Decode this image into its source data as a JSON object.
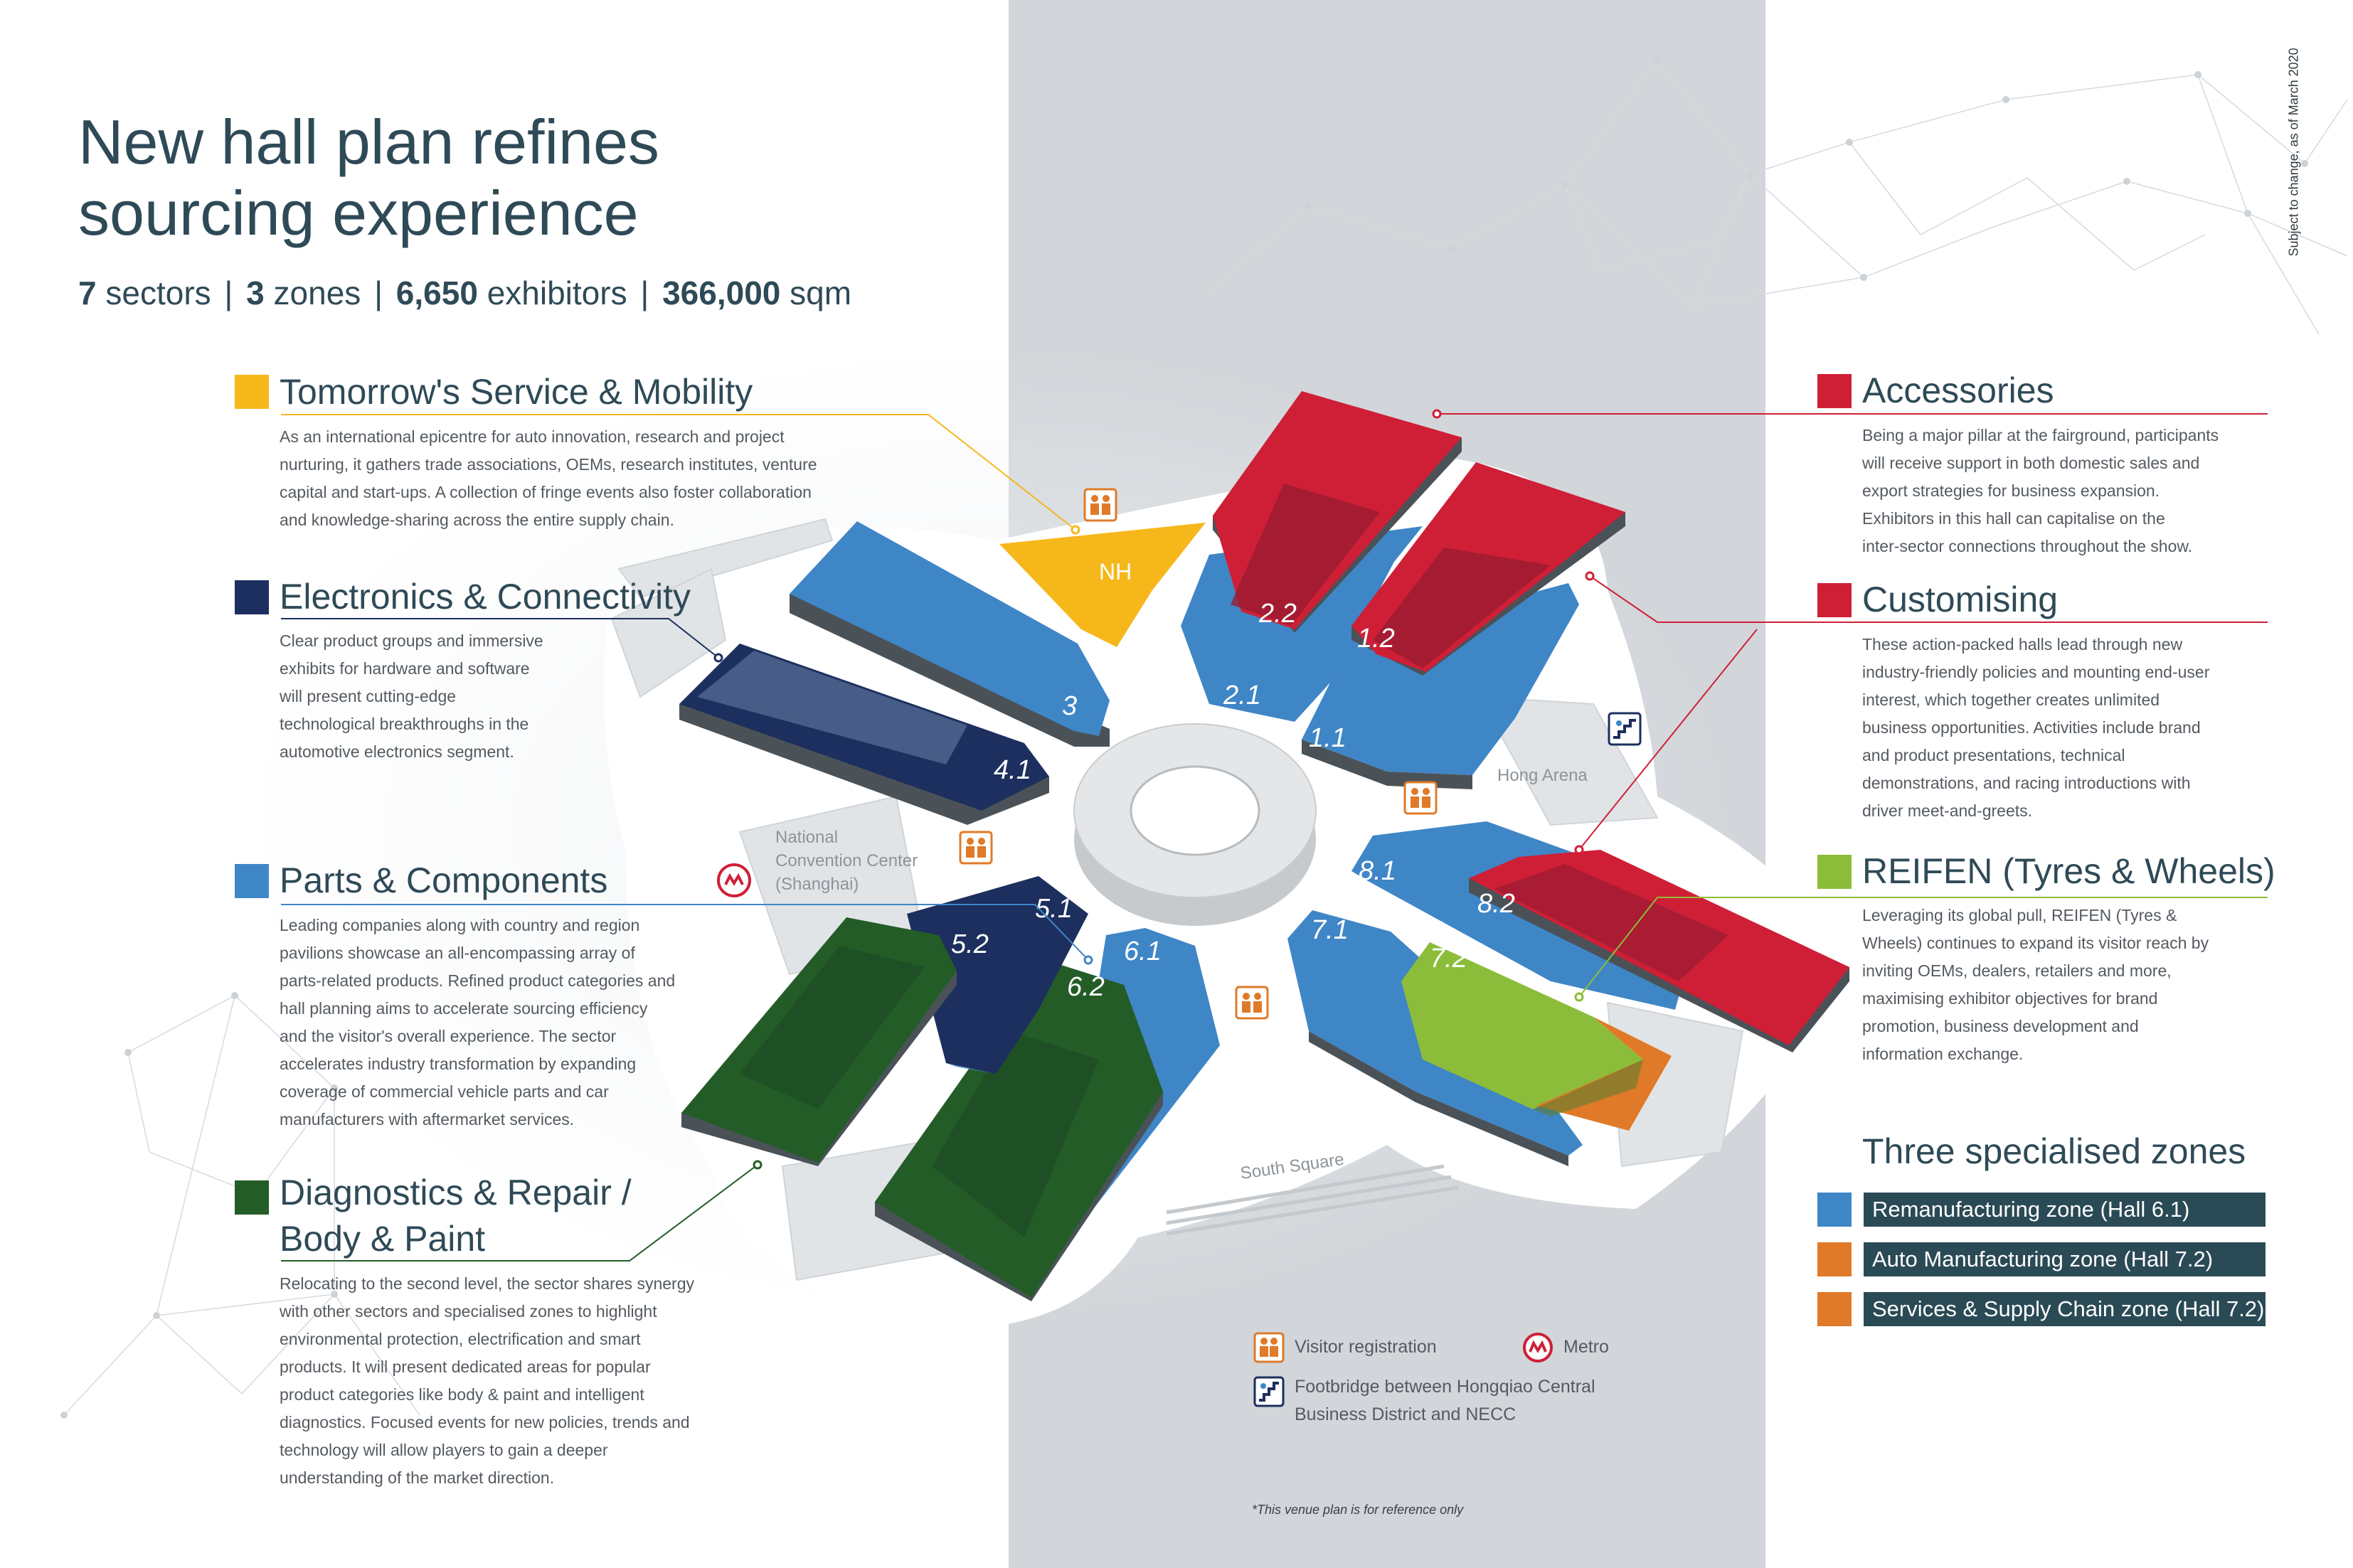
{
  "title_line1": "New hall plan refines",
  "title_line2": "sourcing experience",
  "stats": {
    "sectors_num": "7",
    "sectors_label": "sectors",
    "zones_num": "3",
    "zones_label": "zones",
    "exhibitors_num": "6,650",
    "exhibitors_label": "exhibitors",
    "area_num": "366,000",
    "area_label": "sqm",
    "separator": "|"
  },
  "side_note": "Subject to change, as of March 2020",
  "colors": {
    "tomorrow": "#f6b71a",
    "electronics": "#1c2f5e",
    "parts": "#3f86c7",
    "diagnostics": "#245c28",
    "accessories": "#cf1f36",
    "customising": "#cf1f36",
    "reifen": "#8bbd3a",
    "zone_remanufacturing": "#3f86c7",
    "zone_auto": "#e07a28",
    "zone_services": "#e07a28",
    "zone_label_bg": "#2a4a55"
  },
  "sectors_left": [
    {
      "title": "Tomorrow's Service & Mobility",
      "body": [
        "As an international epicentre for auto innovation, research and project",
        "nurturing, it gathers trade associations, OEMs, research institutes, venture",
        "capital and start-ups. A collection of fringe events also foster collaboration",
        "and knowledge-sharing across the entire supply chain."
      ]
    },
    {
      "title": "Electronics & Connectivity",
      "body": [
        "Clear product groups and immersive",
        "exhibits for hardware and software",
        "will present cutting-edge",
        "technological breakthroughs in the",
        "automotive electronics segment."
      ]
    },
    {
      "title": "Parts & Components",
      "body": [
        "Leading companies along with country and region",
        "pavilions showcase an all-encompassing array of",
        "parts-related products. Refined product categories and",
        "hall planning aims to accelerate sourcing efficiency",
        "and the visitor's overall experience. The sector",
        "accelerates industry transformation by expanding",
        "coverage of commercial vehicle parts and car",
        "manufacturers with aftermarket services."
      ]
    },
    {
      "title_line1": "Diagnostics & Repair /",
      "title_line2": "Body & Paint",
      "body": [
        "Relocating to the second level, the sector shares synergy",
        "with other sectors and specialised zones to highlight",
        "environmental protection, electrification and smart",
        "products. It will present dedicated areas for popular",
        "product categories like body & paint and intelligent",
        "diagnostics. Focused events for new policies, trends and",
        "technology will allow players to gain a deeper",
        "understanding of the market direction."
      ]
    }
  ],
  "sectors_right": [
    {
      "title": "Accessories",
      "body": [
        "Being a major pillar at the fairground, participants",
        "will receive support in both domestic sales and",
        "export strategies for business expansion.",
        "Exhibitors in this hall can capitalise on the",
        "inter-sector connections throughout the show."
      ]
    },
    {
      "title": "Customising",
      "body": [
        "These action-packed halls lead through new",
        "industry-friendly policies and mounting end-user",
        "interest, which together creates unlimited",
        "business opportunities. Activities include brand",
        "and product presentations, technical",
        "demonstrations, and racing introductions with",
        "driver meet-and-greets."
      ]
    },
    {
      "title": "REIFEN (Tyres & Wheels)",
      "body": [
        "Leveraging its global pull, REIFEN (Tyres &",
        "Wheels) continues to expand its visitor reach by",
        "inviting OEMs, dealers, retailers and more,",
        "maximising exhibitor objectives for brand",
        "promotion, business development and",
        "information exchange."
      ]
    }
  ],
  "zones": {
    "title": "Three specialised zones",
    "items": [
      {
        "label": "Remanufacturing zone (Hall 6.1)"
      },
      {
        "label": "Auto Manufacturing zone (Hall 7.2)"
      },
      {
        "label": "Services & Supply Chain zone (Hall 7.2)"
      }
    ]
  },
  "map": {
    "halls": {
      "nh": "NH",
      "h3": "3",
      "h41": "4.1",
      "h22": "2.2",
      "h21": "2.1",
      "h12": "1.2",
      "h11": "1.1",
      "h81": "8.1",
      "h82": "8.2",
      "h71": "7.1",
      "h72": "7.2",
      "h61": "6.1",
      "h62": "6.2",
      "h51": "5.1",
      "h52": "5.2"
    },
    "national_line1": "National",
    "national_line2": "Convention Center",
    "national_line3": "(Shanghai)",
    "hong_arena": "Hong Arena",
    "south_square": "South Square"
  },
  "legend": {
    "visitor_registration": "Visitor registration",
    "metro": "Metro",
    "footbridge_line1": "Footbridge between Hongqiao Central",
    "footbridge_line2": "Business District and NECC"
  },
  "disclaimer": "*This venue plan is for reference only"
}
